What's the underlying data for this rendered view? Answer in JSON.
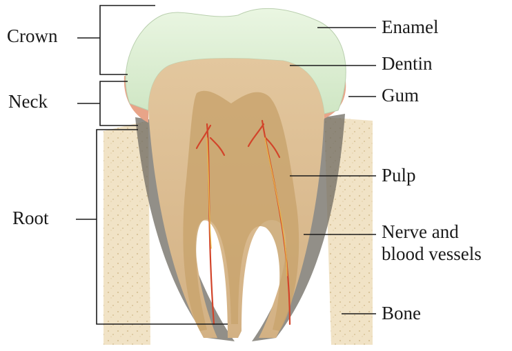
{
  "diagram": {
    "left_labels": {
      "crown": "Crown",
      "neck": "Neck",
      "root": "Root"
    },
    "right_labels": {
      "enamel": "Enamel",
      "dentin": "Dentin",
      "gum": "Gum",
      "pulp": "Pulp",
      "nerve_line1": "Nerve and",
      "nerve_line2": "blood vessels",
      "bone": "Bone"
    },
    "colors": {
      "enamel": "#dcefd2",
      "dentin": "#d9b98f",
      "pulp": "#c9a56f",
      "gum": "#e8a488",
      "bone": "#f1e3c6",
      "periodontal": "#6e6a60",
      "nerve": "#d2442a",
      "line": "#1a1a1a"
    }
  }
}
